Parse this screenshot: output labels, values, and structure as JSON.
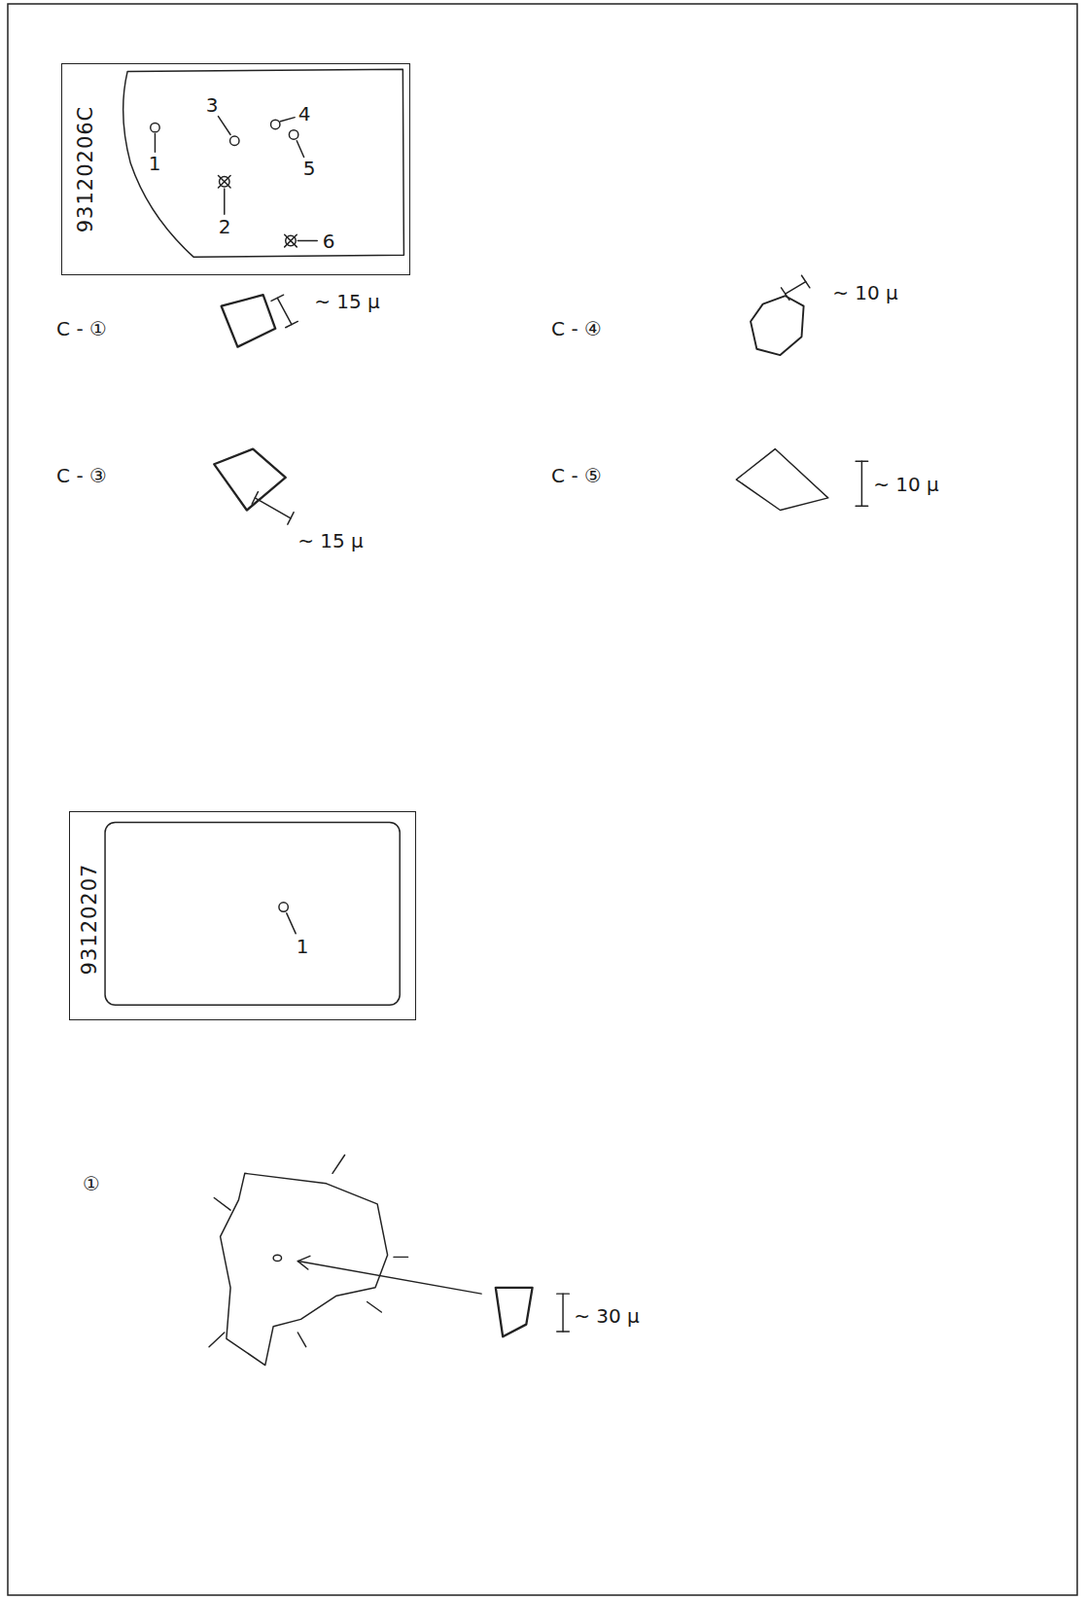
{
  "diagram": {
    "nodes": [
      {
        "text": [
          "93120206C"
        ]
      },
      {
        "text": [
          "93120207"
        ]
      }
    ],
    "labels": [
      "1",
      "2",
      "3",
      "4",
      "5",
      "6",
      "C - ①",
      "~ 15 μ",
      "C - ④",
      "~ 10 μ",
      "C - ③",
      "~ 15 μ",
      "C - ⑤",
      "~ 10 μ",
      "1",
      "①",
      "~ 30 μ"
    ]
  }
}
